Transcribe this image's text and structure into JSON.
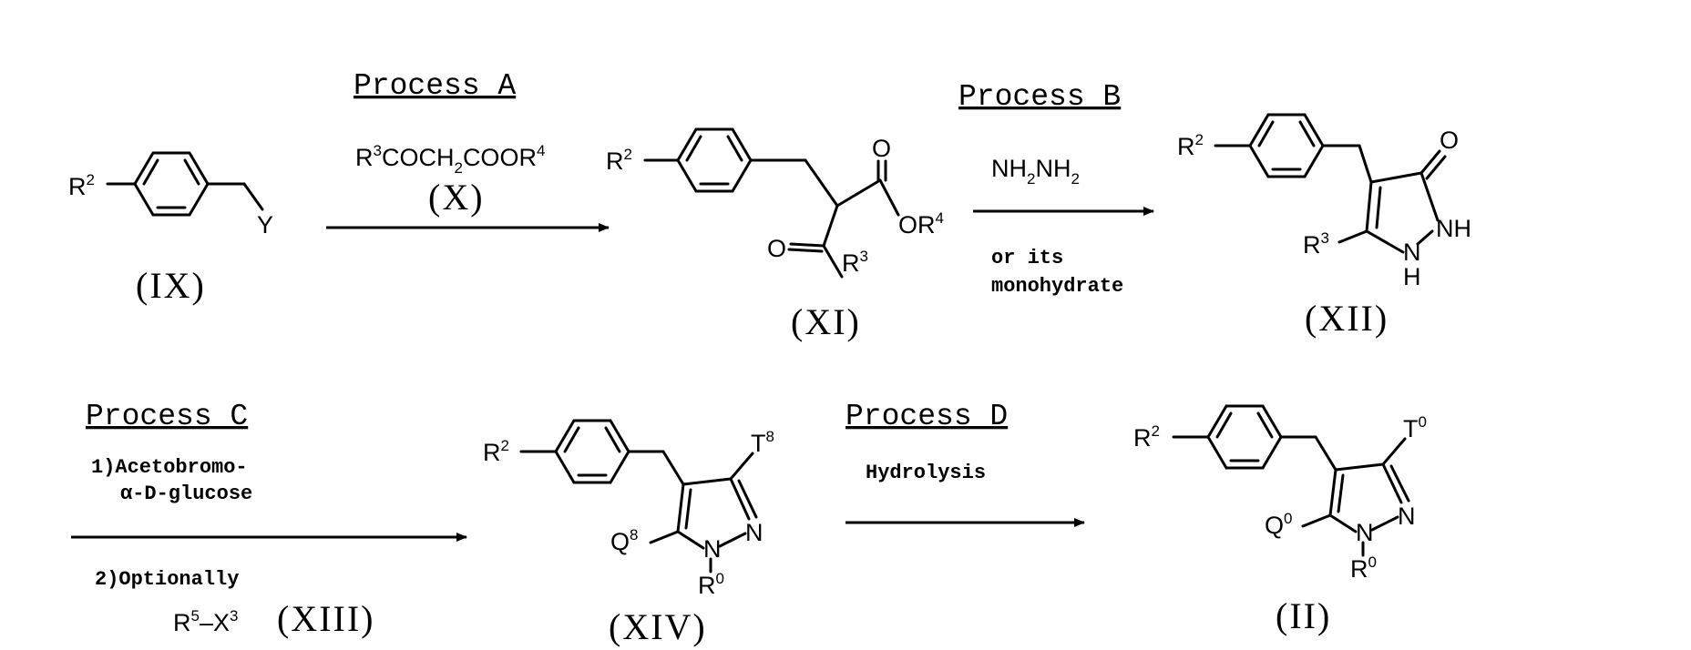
{
  "compounds": {
    "IX": {
      "label": "(IX)",
      "r2": "R",
      "r2_sup": "2",
      "y": "Y"
    },
    "XI": {
      "label": "(XI)",
      "r2": "R",
      "r2_sup": "2",
      "o_top": "O",
      "or4": "OR",
      "or4_sup": "4",
      "o_left": "O",
      "r3": "R",
      "r3_sup": "3"
    },
    "XII": {
      "label": "(XII)",
      "r2": "R",
      "r2_sup": "2",
      "o": "O",
      "r3": "R",
      "r3_sup": "3",
      "nh": "NH",
      "n": "N",
      "h": "H"
    },
    "XIV": {
      "label": "(XIV)",
      "r2": "R",
      "r2_sup": "2",
      "t": "T",
      "t_sup": "8",
      "q": "Q",
      "q_sup": "8",
      "n_ring": "N",
      "n1": "N",
      "r0": "R",
      "r0_sup": "0"
    },
    "II": {
      "label": "(II)",
      "r2": "R",
      "r2_sup": "2",
      "t": "T",
      "t_sup": "0",
      "q": "Q",
      "q_sup": "0",
      "n_ring": "N",
      "n1": "N",
      "r0": "R",
      "r0_sup": "0"
    }
  },
  "processes": {
    "A": {
      "title": "Process A",
      "reagent_parts": [
        "R",
        "3",
        "COCH",
        "2",
        "COOR",
        "4"
      ],
      "reagent_label": "(X)"
    },
    "B": {
      "title": "Process B",
      "reagent_parts": [
        "NH",
        "2",
        "NH",
        "2"
      ],
      "note_line1": "or its",
      "note_line2": "monohydrate"
    },
    "C": {
      "title": "Process C",
      "step1_line1": "1)Acetobromo-",
      "step1_line2": "α-D-glucose",
      "step2": "2)Optionally",
      "reagent_parts": [
        "R",
        "5",
        "–X",
        "3"
      ],
      "reagent_label": "(XIII)"
    },
    "D": {
      "title": "Process D",
      "condition": "Hydrolysis"
    }
  }
}
